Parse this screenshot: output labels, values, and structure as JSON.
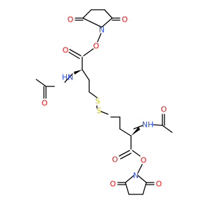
{
  "colors": {
    "O": "#ff0d0d",
    "N": "#3050f8",
    "S": "#c8c800",
    "bond": "#000000",
    "background": "#ffffff"
  },
  "atoms": {
    "O": "O",
    "N": "N",
    "S": "S",
    "NH": "NH",
    "HN": "HN"
  }
}
